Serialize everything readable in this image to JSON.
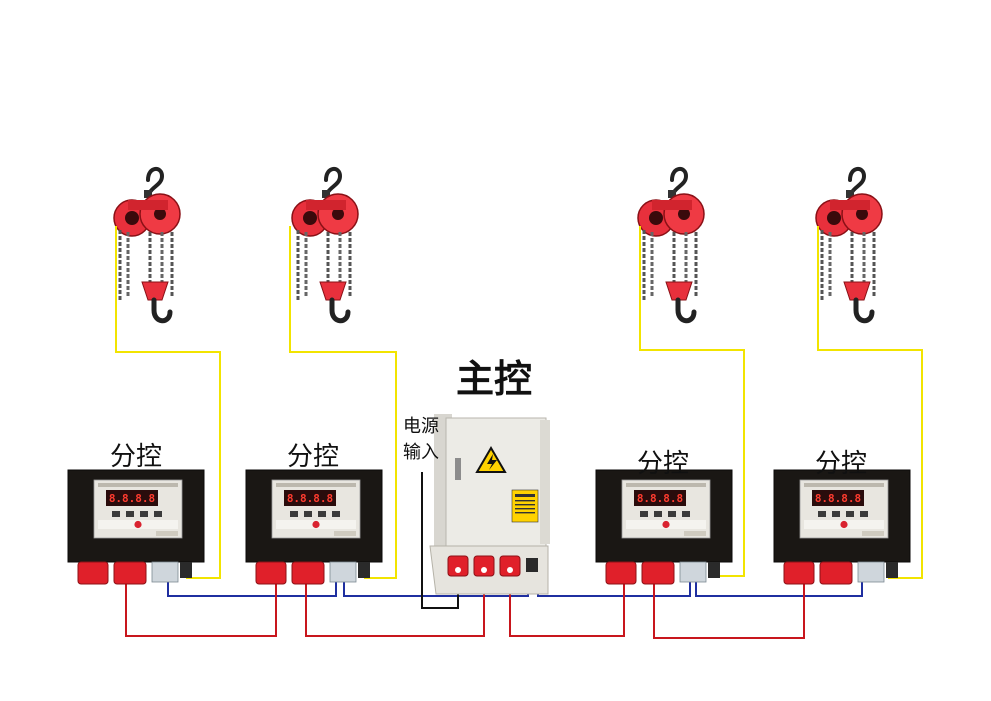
{
  "main_controller": {
    "label": "主控",
    "power_input_line1": "电源",
    "power_input_line2": "输入",
    "warning_symbol": "high-voltage-warning-icon"
  },
  "sub_controllers": [
    {
      "label": "分控",
      "display": "8.8.8.8"
    },
    {
      "label": "分控",
      "display": "8.8.8.8"
    },
    {
      "label": "分控",
      "display": "8.8.8.8"
    },
    {
      "label": "分控",
      "display": "8.8.8.8"
    }
  ],
  "hoists": [
    {
      "icon": "chain-hoist-icon"
    },
    {
      "icon": "chain-hoist-icon"
    },
    {
      "icon": "chain-hoist-icon"
    },
    {
      "icon": "chain-hoist-icon"
    }
  ],
  "colors": {
    "hoist_wire": "#f2e400",
    "signal_wire": "#1f2fa0",
    "power_wire": "#c8161d",
    "input_wire": "#111111",
    "hoist_body": "#e8303c",
    "controller_body": "#1a1714",
    "main_cabinet": "#ecebe6",
    "connector": "#e0202a"
  }
}
